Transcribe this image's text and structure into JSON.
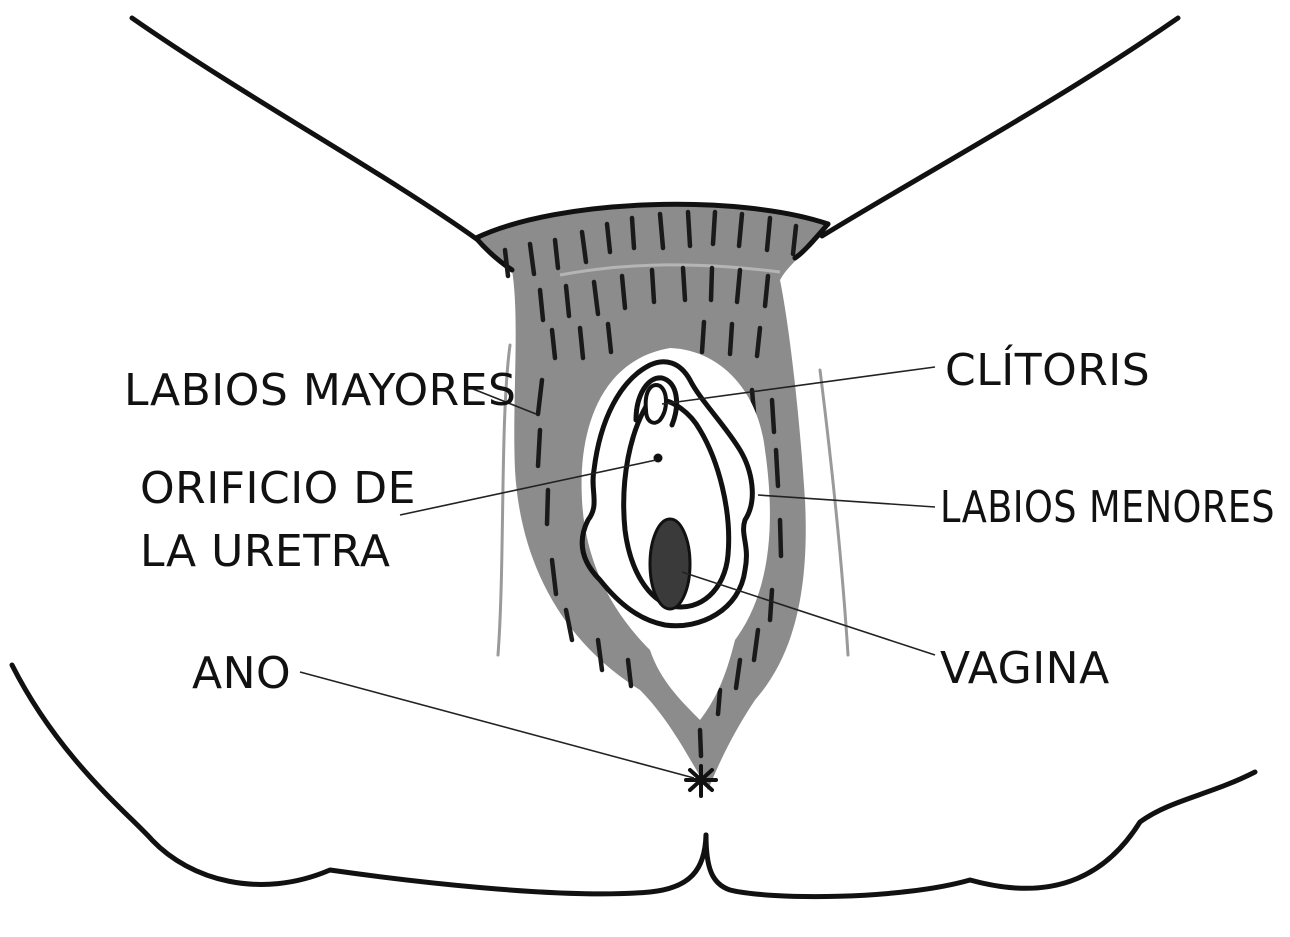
{
  "diagram": {
    "labels": {
      "labios_mayores": "LABIOS MAYORES",
      "clitoris": "CLÍTORIS",
      "orificio_uretra_line1": "ORIFICIO DE",
      "orificio_uretra_line2": "LA URETRA",
      "labios_menores": "LABIOS MENORES",
      "ano": "ANO",
      "vagina": "VAGINA"
    },
    "colors": {
      "outline": "#111111",
      "hair_region": "#8c8c8c",
      "hair_strokes": "#1a1a1a",
      "opening": "#3a3a3a",
      "background": "#ffffff"
    }
  }
}
